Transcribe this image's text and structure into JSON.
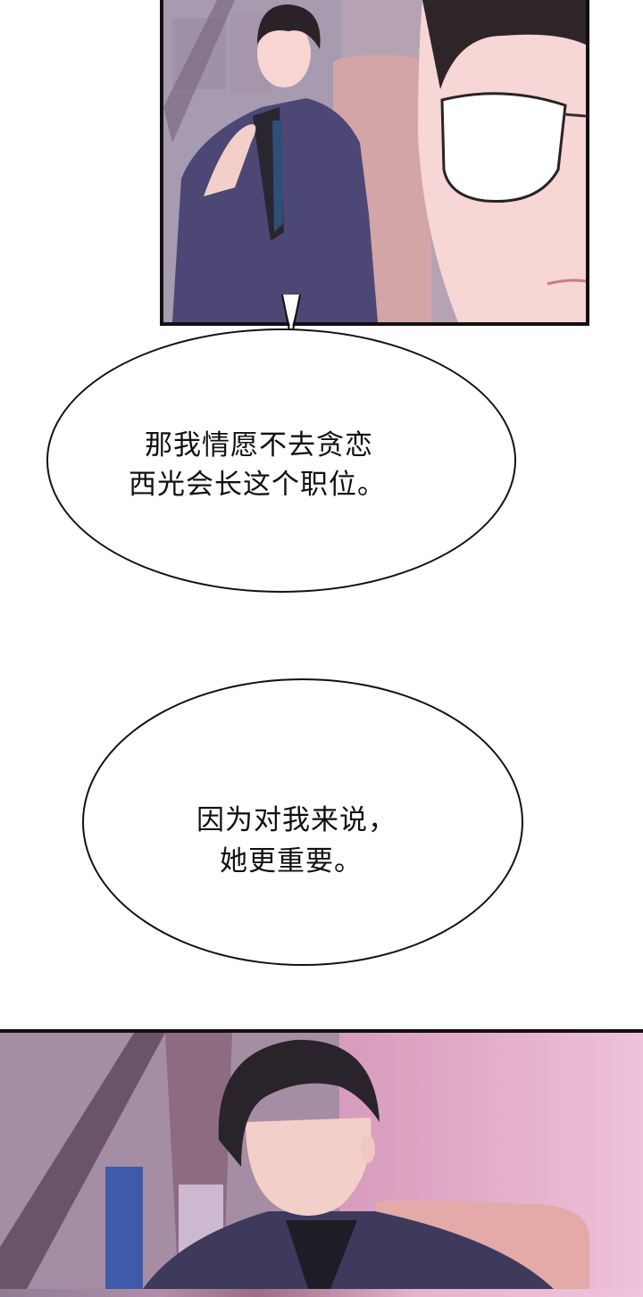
{
  "comic": {
    "panels": [
      {
        "id": "panel-top",
        "description": "Man with dark hair in purple suit touching collar, seated in car; close-up of man with rimless glasses on right",
        "colors": {
          "suit": "#4a4570",
          "skin": "#f6d5d3",
          "hair": "#2a2226",
          "tie": "#2f4f7a",
          "seat": "#d9a9a8"
        }
      },
      {
        "id": "panel-bottom",
        "description": "Same dark-haired man in suit looking down, seated in car with pink cherry blossom blur outside",
        "colors": {
          "suit": "#3d3a5c",
          "skin": "#f3cfc9",
          "hair": "#29232a",
          "blossom": "#eab5d1",
          "seat": "#e3aaa8",
          "sign": "#3e5aa8"
        }
      }
    ],
    "bubbles": [
      {
        "id": "bubble-1",
        "lines": [
          "那我情愿不去贪恋",
          "西光会长这个职位。"
        ]
      },
      {
        "id": "bubble-2",
        "lines": [
          "因为对我来说，",
          "她更重要。"
        ]
      }
    ]
  }
}
